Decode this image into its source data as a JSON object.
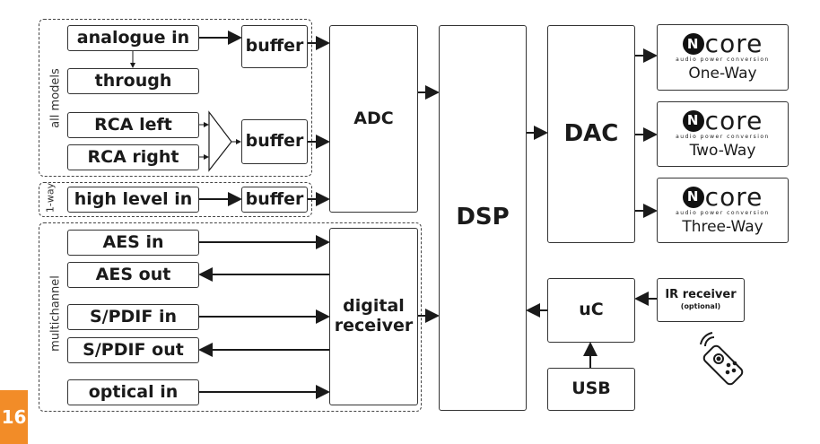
{
  "groups": {
    "all_models": "all models",
    "one_way": "1-way",
    "multichannel": "multichannel"
  },
  "inputs": {
    "analogue_in": "analogue in",
    "through": "through",
    "rca_left": "RCA left",
    "rca_right": "RCA right",
    "high_level_in": "high level in",
    "aes_in": "AES in",
    "aes_out": "AES out",
    "spdif_in": "S/PDIF in",
    "spdif_out": "S/PDIF out",
    "optical_in": "optical in"
  },
  "blocks": {
    "buffer": "buffer",
    "adc": "ADC",
    "dsp": "DSP",
    "dac": "DAC",
    "digital_receiver": "digital receiver",
    "uc": "uC",
    "usb": "USB",
    "ir_receiver": "IR receiver",
    "ir_optional": "(optional)"
  },
  "amplifiers": {
    "brand": "core",
    "brand_tagline": "audio power conversion",
    "one_way": "One-Way",
    "two_way": "Two-Way",
    "three_way": "Three-Way"
  },
  "page_number": "16",
  "colors": {
    "page_tab": "#f28c28",
    "line": "#1a1a1a"
  }
}
